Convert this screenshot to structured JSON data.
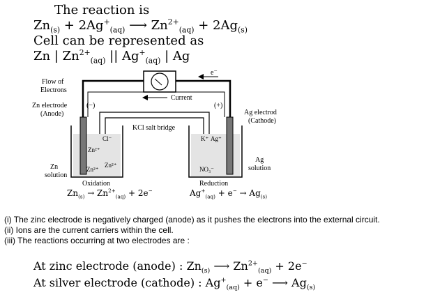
{
  "header": {
    "reaction_title": "The reaction is",
    "cell_repr_title": "Cell can be represented as"
  },
  "diagram": {
    "flow_of_electrons": [
      "Flow of",
      "Electrons"
    ],
    "electron_symbol": "e⁻",
    "current_label": "Current",
    "zn_electrode": [
      "Zn electrode",
      "(Anode)"
    ],
    "minus_sign": "(−)",
    "plus_sign": "(+)",
    "ag_electrode": [
      "Ag electrod",
      "(Cathode)"
    ],
    "salt_bridge": "KCl salt bridge",
    "zn_solution": [
      "Zn",
      "solution"
    ],
    "ag_solution": [
      "Ag",
      "solution"
    ],
    "oxidation": "Oxidation",
    "reduction": "Reduction",
    "cl_ion": "Cl⁻",
    "k_ion": "K⁺",
    "no3_ion": "NO₃⁻",
    "zn_ion": "Zn²⁺",
    "ag_ion": "Ag⁺"
  },
  "notes": [
    "(i) The zinc electrode is negatively charged (anode) as it pushes the electrons into the external circuit.",
    "(ii) Ions are the current carriers within the cell.",
    "(iii) The reactions occurring at two electrodes are :"
  ],
  "electrodes": {
    "zinc_label": "At zinc electrode (anode) :",
    "silver_label": "At silver electrode (cathode) :"
  }
}
